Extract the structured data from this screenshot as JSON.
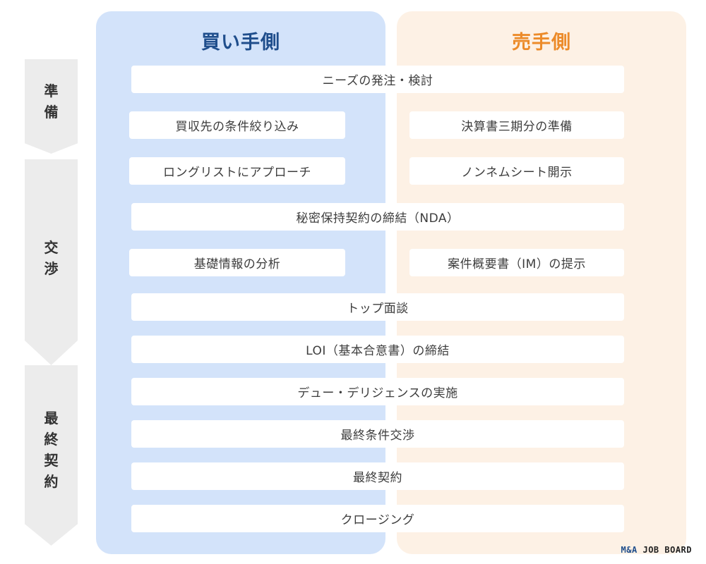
{
  "columns": {
    "buyer": "買い手側",
    "seller": "売手側"
  },
  "phases": [
    {
      "chars": [
        "準",
        "備"
      ]
    },
    {
      "chars": [
        "交",
        "渉"
      ]
    },
    {
      "chars": [
        "最",
        "終",
        "契",
        "約"
      ]
    }
  ],
  "steps": {
    "needs": "ニーズの発注・検討",
    "buyer_narrow": "買収先の条件絞り込み",
    "seller_financials": "決算書三期分の準備",
    "buyer_longlist": "ロングリストにアプローチ",
    "seller_noname": "ノンネムシート開示",
    "nda": "秘密保持契約の締結（NDA）",
    "buyer_analysis": "基礎情報の分析",
    "seller_im": "案件概要書（IM）の提示",
    "top_meeting": "トップ面談",
    "loi": "LOI（基本合意書）の締結",
    "due_diligence": "デュー・デリジェンスの実施",
    "final_terms": "最終条件交渉",
    "final_contract": "最終契約",
    "closing": "クロージング"
  },
  "brand": {
    "prefix": "M&A",
    "suffix": "JOB BOARD"
  },
  "colors": {
    "buyer_lane": "#d3e3fa",
    "seller_lane": "#fdf1e5",
    "buyer_title": "#1f4e8c",
    "seller_title": "#ec8b2a",
    "phase_arrow": "#ececec"
  }
}
